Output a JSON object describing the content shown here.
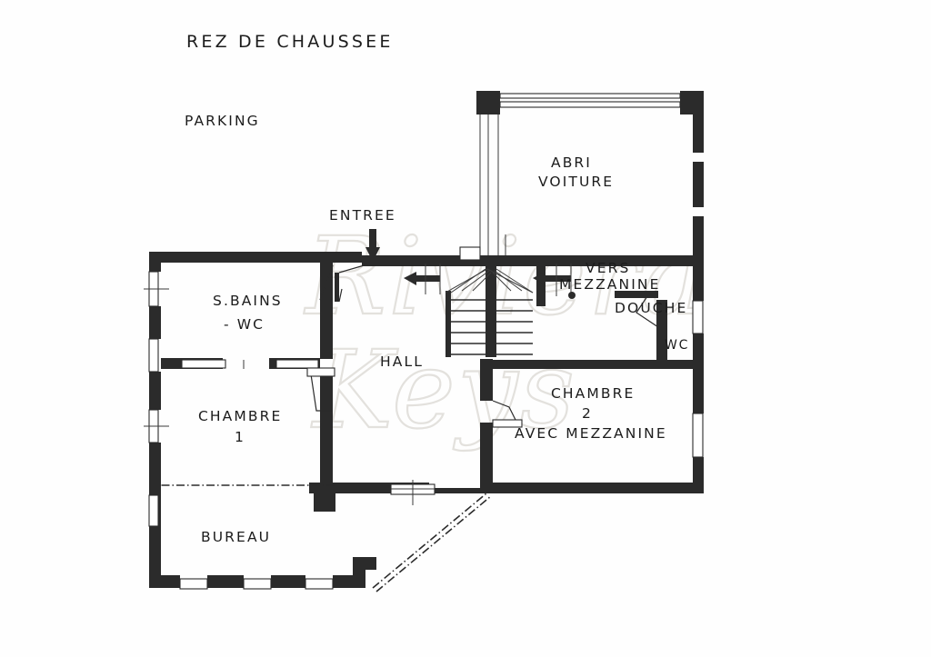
{
  "document": {
    "title": "REZ DE CHAUSSEE",
    "type": "architectural-floor-plan",
    "language": "fr"
  },
  "watermark": {
    "line1": "Riviera",
    "line2": "Keys",
    "color": "#e2e0dc"
  },
  "annotations": {
    "parking": "PARKING",
    "entree": "ENTREE"
  },
  "rooms": [
    {
      "id": "abri-voiture",
      "line1": "ABRI",
      "line2": "VOITURE"
    },
    {
      "id": "s-bains-wc",
      "line1": "S.BAINS",
      "line2": "- WC"
    },
    {
      "id": "chambre-1",
      "line1": "CHAMBRE",
      "line2": "1"
    },
    {
      "id": "hall",
      "line1": "HALL",
      "line2": ""
    },
    {
      "id": "bureau",
      "line1": "BUREAU",
      "line2": ""
    },
    {
      "id": "chambre-2",
      "line1": "CHAMBRE",
      "line2": "2",
      "line3": "AVEC MEZZANINE"
    },
    {
      "id": "douche",
      "line1": "DOUCHE",
      "line2": ""
    },
    {
      "id": "wc",
      "line1": "WC",
      "line2": ""
    }
  ],
  "labels": {
    "abri_voiture_1": "ABRI",
    "abri_voiture_2": "VOITURE",
    "s_bains_1": "S.BAINS",
    "s_bains_2": "- WC",
    "chambre1_1": "CHAMBRE",
    "chambre1_2": "1",
    "hall": "HALL",
    "bureau": "BUREAU",
    "chambre2_1": "CHAMBRE",
    "chambre2_2": "2",
    "chambre2_3": "AVEC MEZZANINE",
    "douche": "DOUCHE",
    "wc": "WC",
    "vers_1": "VERS",
    "vers_2": "MEZZANINE"
  },
  "colors": {
    "wall": "#2b2b2b",
    "paper": "#fefefe",
    "ink": "#1c1c1c",
    "watermark": "#e2e0dc"
  }
}
